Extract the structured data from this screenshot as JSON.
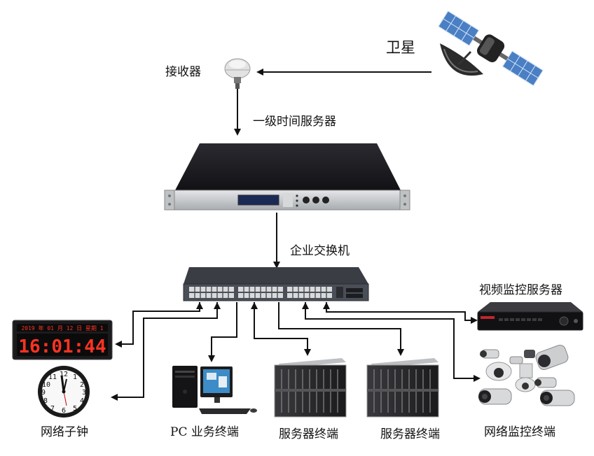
{
  "labels": {
    "satellite": "卫星",
    "receiver": "接收器",
    "primary_server": "一级时间服务器",
    "switch": "企业交换机",
    "video_server": "视频监控服务器",
    "clock": "网络子钟",
    "pc": "PC 业务终端",
    "server1": "服务器终端",
    "server2": "服务器终端",
    "camera": "网络监控终端"
  },
  "clock_display": {
    "date": "2019 年 01 月 12 日 星期 1",
    "time": "16:01:44"
  },
  "colors": {
    "line": "#111111",
    "led_red": "#ff3322",
    "device_dark": "#1e1e22",
    "panel_silver": "#c8cacd"
  },
  "icons": [
    "satellite-icon",
    "gps-antenna-icon",
    "rack-server-icon",
    "network-switch-icon",
    "nvr-icon",
    "digital-clock-icon",
    "analog-clock-icon",
    "pc-icon",
    "blade-server-icon",
    "cctv-camera-icon"
  ]
}
